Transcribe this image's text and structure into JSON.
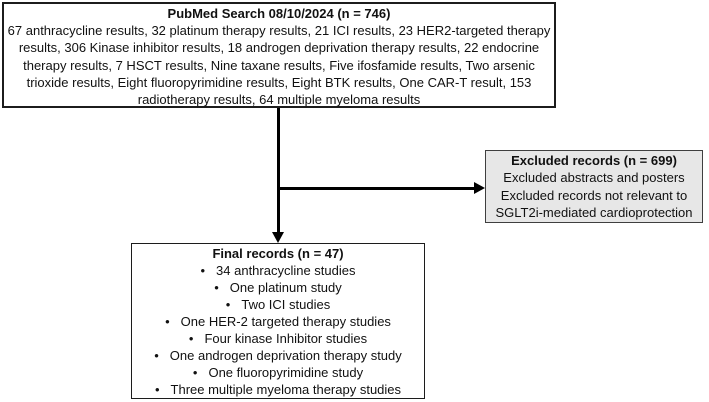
{
  "top_box": {
    "title": "PubMed Search 08/10/2024 (n = 746)",
    "body": "67 anthracycline results, 32 platinum therapy results, 21 ICI results, 23 HER2-targeted therapy results, 306 Kinase inhibitor results, 18 androgen deprivation therapy results, 22 endocrine therapy results, 7 HSCT results, Nine taxane results, Five ifosfamide results, Two arsenic trioxide results, Eight fluoropyrimidine results, Eight BTK results, One CAR-T result, 153 radiotherapy results, 64 multiple myeloma results"
  },
  "excluded_box": {
    "title": "Excluded records (n = 699)",
    "lines": [
      "Excluded abstracts and posters",
      "Excluded records not relevant to SGLT2i-mediated cardioprotection"
    ]
  },
  "final_box": {
    "title": "Final records (n = 47)",
    "bullets": [
      "34 anthracycline studies",
      "One platinum study",
      "Two ICI studies",
      "One HER-2 targeted therapy studies",
      "Four kinase Inhibitor studies",
      "One androgen deprivation therapy study",
      "One fluoropyrimidine study",
      "Three multiple myeloma therapy studies"
    ]
  },
  "colors": {
    "excluded_bg": "#e7e7e7",
    "excluded_border": "#3f3f3f",
    "box_border": "#1c1c1c",
    "arrow": "#000000"
  }
}
